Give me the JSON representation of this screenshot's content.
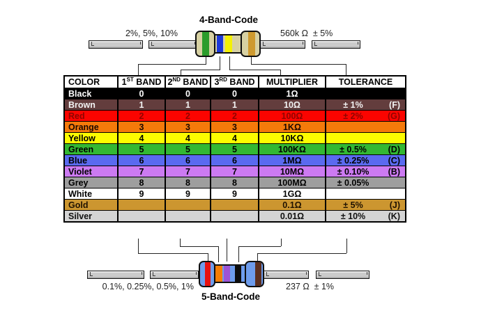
{
  "four_band": {
    "title": "4-Band-Code",
    "tolerance_label": "2%, 5%, 10%",
    "value_label": "560k Ω  ± 5%",
    "body_color": "#d7d1a3",
    "band_names": {
      "band1": "green",
      "band2": "blue",
      "band3": "yellow",
      "band4": "gold"
    },
    "band_colors": {
      "band1": "#2b9c2b",
      "band2": "#1c38da",
      "band3": "#f4f104",
      "band4": "#ce9a2f"
    }
  },
  "five_band": {
    "title": "5-Band-Code",
    "tolerance_label": "0.1%, 0.25%, 0.5%, 1%",
    "value_label": "237 Ω  ± 1%",
    "body_color": "#6e9cec",
    "band_names": {
      "band1": "red",
      "band2": "orange",
      "band3": "violet",
      "band4": "black",
      "band5": "brown"
    },
    "band_colors": {
      "band1": "#e81010",
      "band2": "#f57d05",
      "band3": "#9d53d5",
      "band4": "#0d0d0d",
      "band5": "#5c2f1f"
    }
  },
  "table": {
    "headers": [
      {
        "pre": "COLOR",
        "sup": "",
        "post": ""
      },
      {
        "pre": "1",
        "sup": "ST",
        "post": " BAND"
      },
      {
        "pre": "2",
        "sup": "ND",
        "post": " BAND"
      },
      {
        "pre": "3",
        "sup": "RD",
        "post": " BAND"
      },
      {
        "pre": "MULTIPLIER",
        "sup": "",
        "post": ""
      },
      {
        "pre": "TOLERANCE",
        "sup": "",
        "post": ""
      }
    ],
    "rows": [
      {
        "key": "black",
        "name": "Black",
        "bg": "#000000",
        "fg": "#ffffff",
        "band1": "0",
        "band2": "0",
        "band3": "0",
        "multiplier": "1Ω",
        "tolerance": "",
        "letter": ""
      },
      {
        "key": "brown",
        "name": "Brown",
        "bg": "#633d3d",
        "fg": "#f2f2f2",
        "band1": "1",
        "band2": "1",
        "band3": "1",
        "multiplier": "10Ω",
        "tolerance": "± 1%",
        "letter": "(F)"
      },
      {
        "key": "red",
        "name": "Red",
        "bg": "#fb0400",
        "fg": "#8f0400",
        "band1": "2",
        "band2": "2",
        "band3": "2",
        "multiplier": "100Ω",
        "tolerance": "± 2%",
        "letter": "(G)"
      },
      {
        "key": "orange",
        "name": "Orange",
        "bg": "#f57a0a",
        "fg": "#1c0800",
        "band1": "3",
        "band2": "3",
        "band3": "3",
        "multiplier": "1KΩ",
        "tolerance": "",
        "letter": ""
      },
      {
        "key": "yellow",
        "name": "Yellow",
        "bg": "#fcfc00",
        "fg": "#000000",
        "band1": "4",
        "band2": "4",
        "band3": "4",
        "multiplier": "10KΩ",
        "tolerance": "",
        "letter": ""
      },
      {
        "key": "green",
        "name": "Green",
        "bg": "#33b833",
        "fg": "#000000",
        "band1": "5",
        "band2": "5",
        "band3": "5",
        "multiplier": "100KΩ",
        "tolerance": "± 0.5%",
        "letter": "(D)"
      },
      {
        "key": "blue",
        "name": "Blue",
        "bg": "#5a6af0",
        "fg": "#000000",
        "band1": "6",
        "band2": "6",
        "band3": "6",
        "multiplier": "1MΩ",
        "tolerance": "± 0.25%",
        "letter": "(C)"
      },
      {
        "key": "violet",
        "name": "Violet",
        "bg": "#cc7af2",
        "fg": "#000000",
        "band1": "7",
        "band2": "7",
        "band3": "7",
        "multiplier": "10MΩ",
        "tolerance": "± 0.10%",
        "letter": "(B)"
      },
      {
        "key": "grey",
        "name": "Grey",
        "bg": "#9e9e9e",
        "fg": "#000000",
        "band1": "8",
        "band2": "8",
        "band3": "8",
        "multiplier": "100MΩ",
        "tolerance": "± 0.05%",
        "letter": ""
      },
      {
        "key": "white",
        "name": "White",
        "bg": "#ffffff",
        "fg": "#000000",
        "band1": "9",
        "band2": "9",
        "band3": "9",
        "multiplier": "1GΩ",
        "tolerance": "",
        "letter": ""
      },
      {
        "key": "gold",
        "name": "Gold",
        "bg": "#cc9630",
        "fg": "#201200",
        "band1": "",
        "band2": "",
        "band3": "",
        "multiplier": "0.1Ω",
        "tolerance": "± 5%",
        "letter": "(J)"
      },
      {
        "key": "silver",
        "name": "Silver",
        "bg": "#d4d4d4",
        "fg": "#111111",
        "band1": "",
        "band2": "",
        "band3": "",
        "multiplier": "0.01Ω",
        "tolerance": "± 10%",
        "letter": "(K)"
      }
    ]
  }
}
